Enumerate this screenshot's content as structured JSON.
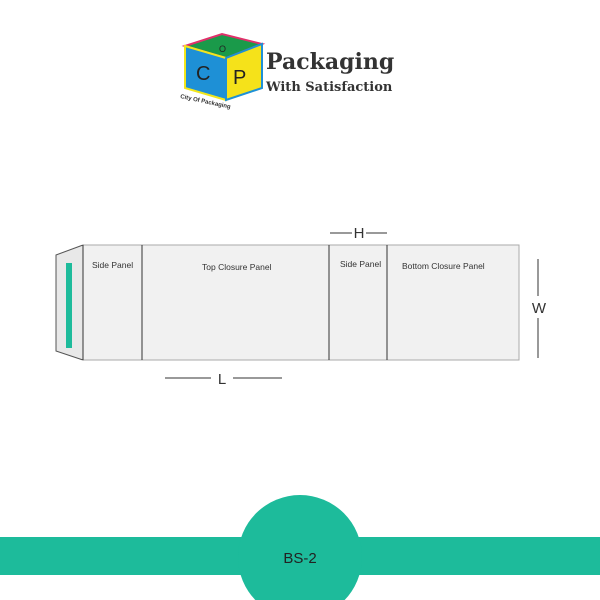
{
  "logo": {
    "cube_letters": [
      "C",
      "P",
      "O"
    ],
    "tagline_arc": "City Of Packaging",
    "title": "Packaging",
    "subtitle": "With Satisfaction"
  },
  "dieline": {
    "panels": [
      "Side Panel",
      "Top Closure Panel",
      "Side Panel",
      "Bottom Closure Panel"
    ],
    "dimensions": {
      "length": "L",
      "height": "H",
      "width": "W"
    }
  },
  "footer": {
    "label": "BS-2"
  },
  "colors": {
    "accent": "#1dbb9b",
    "panel_fill": "#f1f1f1",
    "line": "#444444"
  }
}
